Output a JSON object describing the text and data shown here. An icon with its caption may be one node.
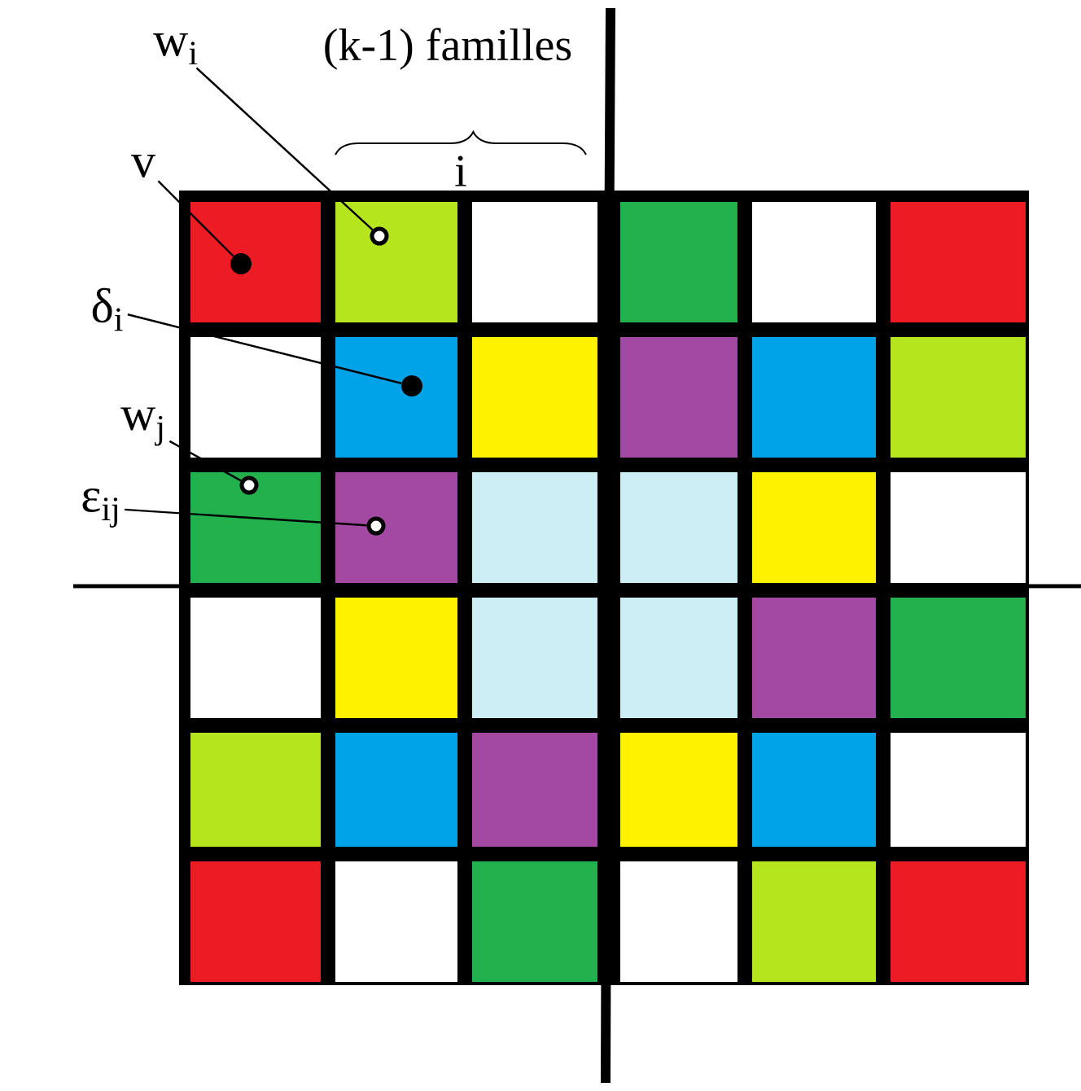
{
  "diagram": {
    "nodes": [
      {
        "text": [
          "w$_{i}$"
        ]
      },
      {
        "text": [
          "v"
        ]
      },
      {
        "text": [
          "δ$_{i}$"
        ]
      },
      {
        "text": [
          "w$_{j}$"
        ]
      },
      {
        "text": [
          "ε$_{ij}$"
        ]
      },
      {
        "text": [],
        "shape": "circle"
      },
      {
        "text": [],
        "shape": "circle"
      },
      {
        "text": [],
        "shape": "circle"
      },
      {
        "text": [],
        "shape": "circle"
      },
      {
        "text": [],
        "shape": "circle"
      }
    ],
    "edges": [
      {
        "from": 0,
        "to": 5,
        "arrow": "none"
      },
      {
        "from": 1,
        "to": 6,
        "arrow": "none"
      },
      {
        "from": 2,
        "to": 7,
        "arrow": "none"
      },
      {
        "from": 3,
        "to": 8,
        "arrow": "none"
      },
      {
        "from": 4,
        "to": 9,
        "arrow": "none"
      }
    ],
    "labels": [
      "(k-1) familles",
      "i"
    ]
  }
}
